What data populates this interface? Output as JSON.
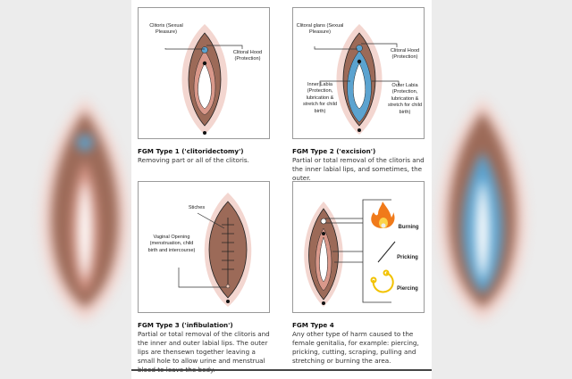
{
  "figures": [
    {
      "title": "FGM Type 1 ('clitoridectomy')",
      "description": "Removing part or all of the clitoris.",
      "labels": {
        "clitoris": "Clitoris (Sexual Pleasure)",
        "hood": "Clitoral Hood (Protection)"
      }
    },
    {
      "title": "FGM Type 2 ('excision')",
      "description": "Partial or total removal of the clitoris and the inner labial lips, and sometimes, the outer.",
      "labels": {
        "glans": "Clitoral glans (Sexual Pleasure)",
        "hood": "Clitoral Hood (Protection)",
        "inner": "Inner Labia (Protection, lubrication & stretch for child birth)",
        "outer": "Outer Labia (Protection, lubrication & stretch for child birth)"
      }
    },
    {
      "title": "FGM Type 3 ('infibulation')",
      "description": "Partial or total removal of the clitoris and the inner and outer labial lips. The outer lips are thensewn together leaving a small hole to allow urine and menstrual blood to leave the body.",
      "labels": {
        "stitches": "Stiches",
        "opening": "Vaginal Opening (menstruation, child birth and intercourse)"
      }
    },
    {
      "title": "FGM Type 4",
      "description": "Any other type of harm caused to the female genitalia, for example: piercing, pricking, cutting, scraping, pulling and stretching or burning the area.",
      "labels": {
        "burning": "Burning",
        "pricking": "Pricking",
        "piercing": "Piercing"
      }
    }
  ],
  "colors": {
    "skin": "#9c6a58",
    "halo": "#f3d6d0",
    "inner": "#d9988a",
    "clitoris": "#5ba3d0",
    "fire": "#f07a1a",
    "ring": "#f2c200"
  }
}
